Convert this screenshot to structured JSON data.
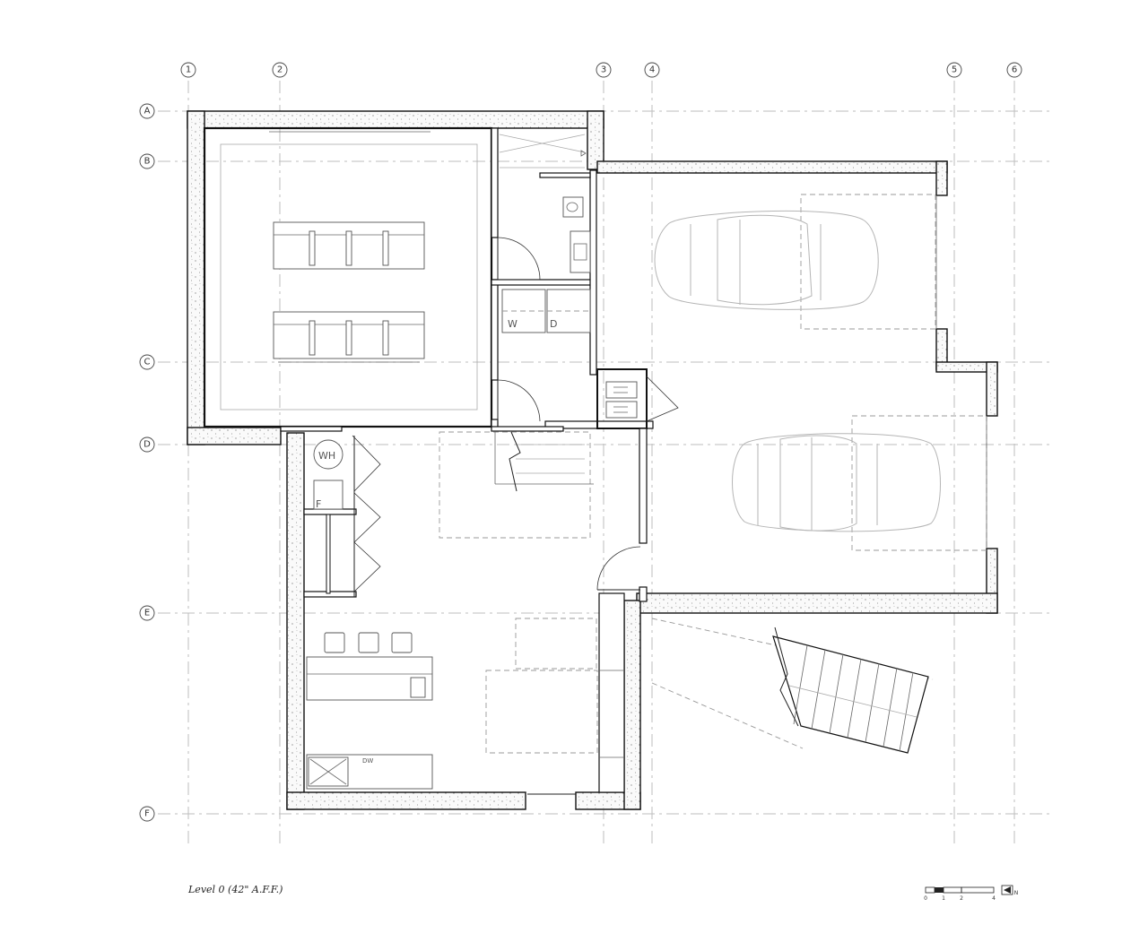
{
  "grid": {
    "columns": [
      "1",
      "2",
      "3",
      "4",
      "5",
      "6"
    ],
    "rows": [
      "A",
      "B",
      "C",
      "D",
      "E",
      "F"
    ]
  },
  "room_labels": {
    "washer": "W",
    "dryer": "D",
    "water_heater": "WH",
    "furnace": "F",
    "dishwasher": "DW"
  },
  "drawing_title": "Level 0 (42\" A.F.F.)",
  "scale_bar": {
    "ticks": [
      "0",
      "1",
      "2",
      "4"
    ],
    "north": "N"
  },
  "colors": {
    "wall_line": "#111111",
    "grid_line": "#bdbdbd",
    "car_outline": "#b5b5b5"
  }
}
